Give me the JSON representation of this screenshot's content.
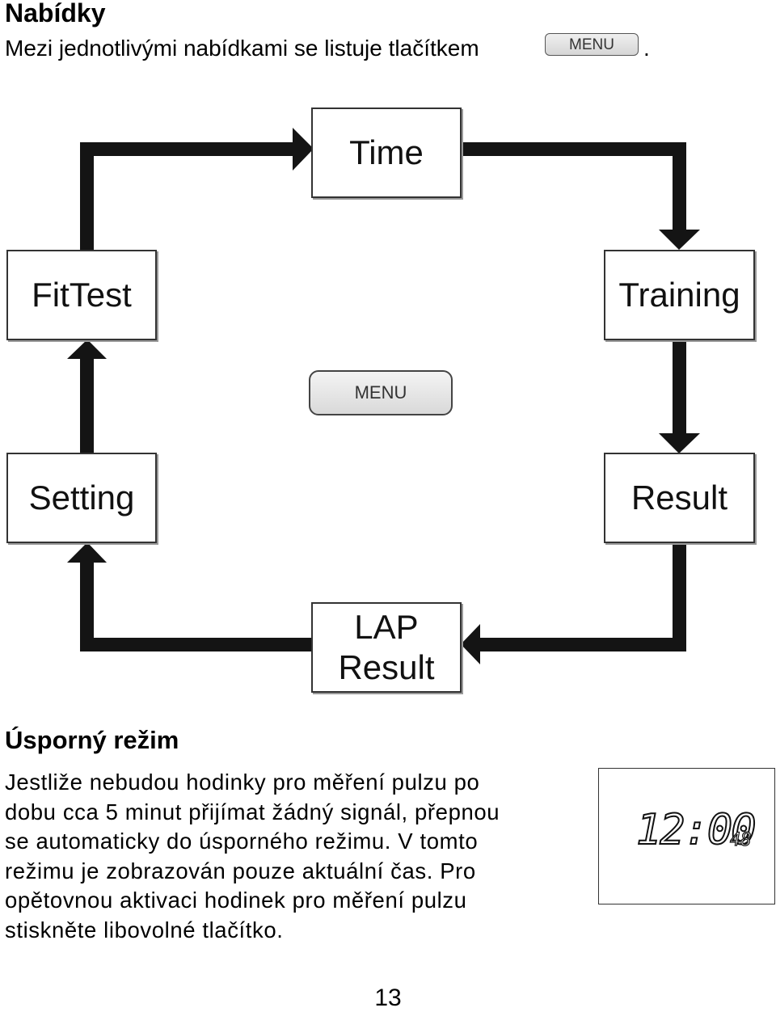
{
  "heading": "Nabídky",
  "intro": {
    "text": "Mezi jednotlivými nabídkami se listuje tlačítkem",
    "button_label": "MENU",
    "end": "."
  },
  "diagram": {
    "nodes": {
      "time": "Time",
      "training": "Training",
      "result": "Result",
      "lap_line1": "LAP",
      "lap_line2": "Result",
      "setting": "Setting",
      "fittest": "FitTest"
    },
    "center_button": "MENU"
  },
  "section": {
    "title": "Úsporný režim",
    "lines": [
      "Jestliže nebudou hodinky pro měření pulzu po",
      "dobu cca 5 minut přijímat žádný signál, přepnou",
      "se automaticky do úsporného režimu. V tomto",
      "režimu je zobrazován pouze aktuální čas. Pro",
      "opětovnou aktivaci hodinek pro měření pulzu",
      "stiskněte libovolné tlačítko."
    ]
  },
  "display": {
    "time": "12:00",
    "seconds": "48"
  },
  "page_number": "13"
}
